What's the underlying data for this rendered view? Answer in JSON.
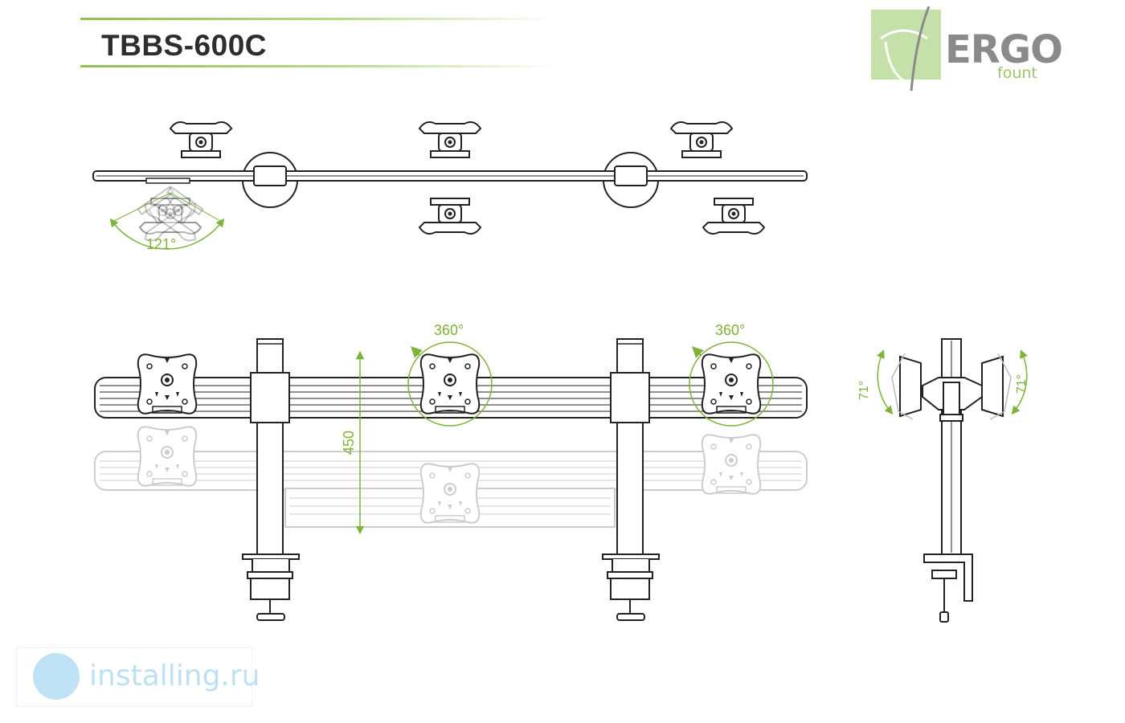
{
  "header": {
    "model": "TBBS-600C"
  },
  "logo": {
    "wordmark": "ERGO",
    "sub": "fount"
  },
  "dimensions": {
    "swivel_angle": "121°",
    "rotation_left": "360°",
    "rotation_right": "360°",
    "height_travel": "450",
    "tilt_left": "71°",
    "tilt_right": "71°"
  },
  "watermark": {
    "text": "installing.ru"
  },
  "colors": {
    "accent": "#7fb23a",
    "line": "#222222",
    "ghost": "#d8d8d8"
  }
}
